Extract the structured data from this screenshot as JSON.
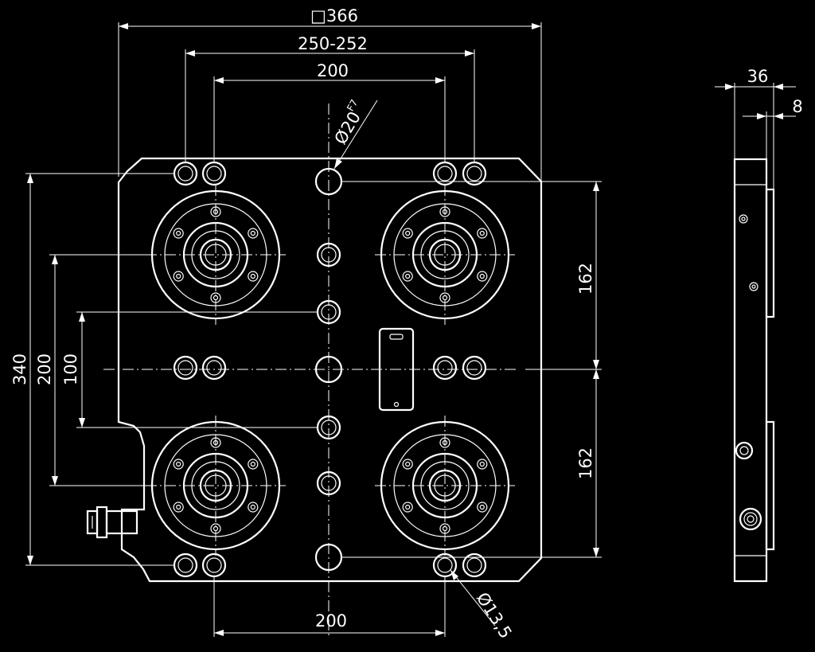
{
  "drawing": {
    "dims": {
      "square_width": "□366",
      "width_range": "250-252",
      "top_200": "200",
      "bore_dia": "Ø20",
      "bore_tol": "F7",
      "height_340": "340",
      "height_200": "200",
      "height_100": "100",
      "right_162_top": "162",
      "right_162_bottom": "162",
      "bottom_200": "200",
      "hole_dia": "Ø13,5",
      "side_36": "36",
      "side_8": "8"
    }
  }
}
